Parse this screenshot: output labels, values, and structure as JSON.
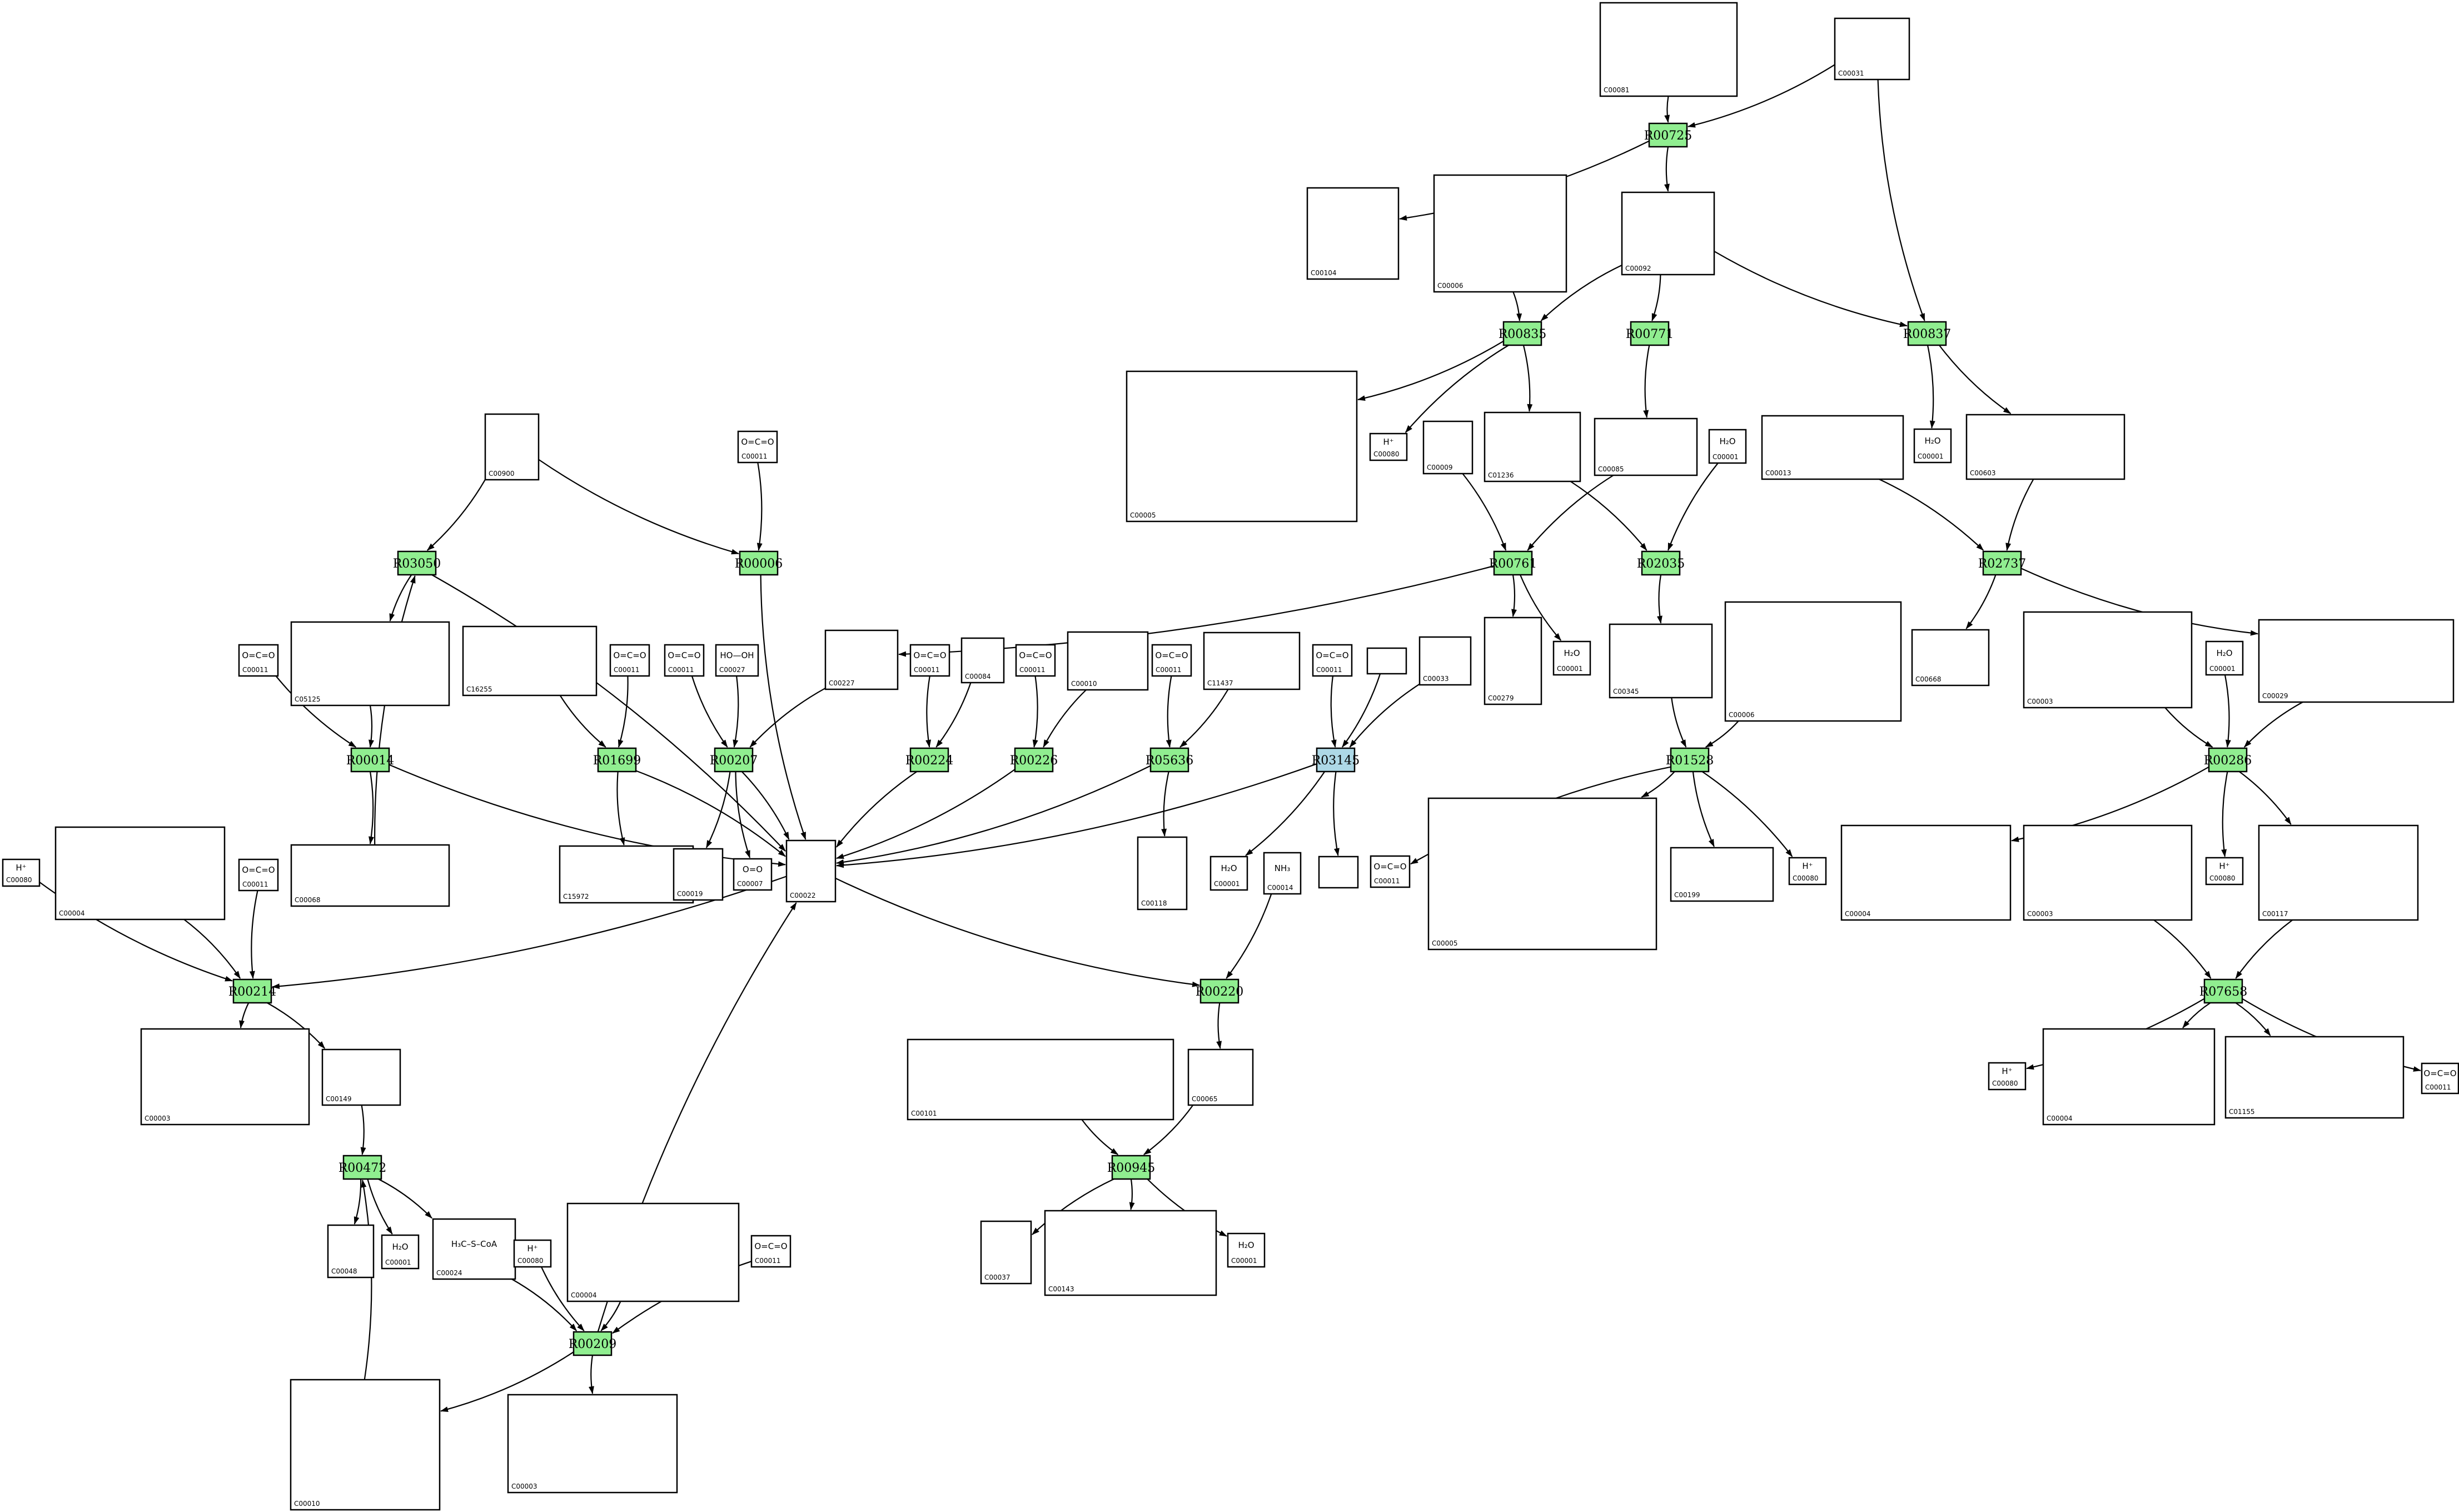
{
  "colors": {
    "reaction": "#90ee90",
    "selected_reaction": "#add8e6",
    "compound_border": "#000000",
    "edge": "#000000",
    "background": "#ffffff"
  },
  "reactions": [
    {
      "id": "R00725",
      "label": "R00725",
      "selected": false
    },
    {
      "id": "R00835",
      "label": "R00835",
      "selected": false
    },
    {
      "id": "R00771",
      "label": "R00771",
      "selected": false
    },
    {
      "id": "R00837",
      "label": "R00837",
      "selected": false
    },
    {
      "id": "R03050",
      "label": "R03050",
      "selected": false
    },
    {
      "id": "R00006",
      "label": "R00006",
      "selected": false
    },
    {
      "id": "R00761",
      "label": "R00761",
      "selected": false
    },
    {
      "id": "R02035",
      "label": "R02035",
      "selected": false
    },
    {
      "id": "R02737",
      "label": "R02737",
      "selected": false
    },
    {
      "id": "R00014",
      "label": "R00014",
      "selected": false
    },
    {
      "id": "R01699",
      "label": "R01699",
      "selected": false
    },
    {
      "id": "R00207",
      "label": "R00207",
      "selected": false
    },
    {
      "id": "R00224",
      "label": "R00224",
      "selected": false
    },
    {
      "id": "R00226",
      "label": "R00226",
      "selected": false
    },
    {
      "id": "R05636",
      "label": "R05636",
      "selected": false
    },
    {
      "id": "R03145",
      "label": "R03145",
      "selected": true
    },
    {
      "id": "R01528",
      "label": "R01528",
      "selected": false
    },
    {
      "id": "R00286",
      "label": "R00286",
      "selected": false
    },
    {
      "id": "R00214",
      "label": "R00214",
      "selected": false
    },
    {
      "id": "R00220",
      "label": "R00220",
      "selected": false
    },
    {
      "id": "R07658",
      "label": "R07658",
      "selected": false
    },
    {
      "id": "R00472",
      "label": "R00472",
      "selected": false
    },
    {
      "id": "R00945",
      "label": "R00945",
      "selected": false
    },
    {
      "id": "R00209",
      "label": "R00209",
      "selected": false
    }
  ],
  "compounds": [
    {
      "key": "c_C00081",
      "id": "C00081",
      "formula": ""
    },
    {
      "key": "c_C00031",
      "id": "C00031",
      "formula": ""
    },
    {
      "key": "c_C00104",
      "id": "C00104",
      "formula": ""
    },
    {
      "key": "c_C00006a",
      "id": "C00006",
      "formula": ""
    },
    {
      "key": "c_C00092",
      "id": "C00092",
      "formula": ""
    },
    {
      "key": "c_C00005a",
      "id": "C00005",
      "formula": ""
    },
    {
      "key": "c_C00080a",
      "id": "C00080",
      "formula": "H⁺"
    },
    {
      "key": "c_C01236",
      "id": "C01236",
      "formula": ""
    },
    {
      "key": "c_C00009a",
      "id": "C00009",
      "formula": ""
    },
    {
      "key": "c_C00085",
      "id": "C00085",
      "formula": ""
    },
    {
      "key": "c_C00001a",
      "id": "C00001",
      "formula": "H₂O"
    },
    {
      "key": "c_C00013",
      "id": "C00013",
      "formula": ""
    },
    {
      "key": "c_C00001b",
      "id": "C00001",
      "formula": "H₂O"
    },
    {
      "key": "c_C00603",
      "id": "C00603",
      "formula": ""
    },
    {
      "key": "c_C00900",
      "id": "C00900",
      "formula": ""
    },
    {
      "key": "c_C00011a",
      "id": "C00011",
      "formula": "O=C=O"
    },
    {
      "key": "c_C00279",
      "id": "C00279",
      "formula": ""
    },
    {
      "key": "c_C00001c",
      "id": "C00001",
      "formula": "H₂O"
    },
    {
      "key": "c_C00345",
      "id": "C00345",
      "formula": ""
    },
    {
      "key": "c_C00006b",
      "id": "C00006",
      "formula": ""
    },
    {
      "key": "c_C00668",
      "id": "C00668",
      "formula": ""
    },
    {
      "key": "c_C00003a",
      "id": "C00003",
      "formula": ""
    },
    {
      "key": "c_C00001d",
      "id": "C00001",
      "formula": "H₂O"
    },
    {
      "key": "c_C00029",
      "id": "C00029",
      "formula": ""
    },
    {
      "key": "c_C00011b",
      "id": "C00011",
      "formula": "O=C=O"
    },
    {
      "key": "c_C05125",
      "id": "C05125",
      "formula": ""
    },
    {
      "key": "c_C16255",
      "id": "C16255",
      "formula": ""
    },
    {
      "key": "c_C00011c",
      "id": "C00011",
      "formula": "O=C=O"
    },
    {
      "key": "c_C00011d",
      "id": "C00011",
      "formula": "O=C=O"
    },
    {
      "key": "c_C00027",
      "id": "C00027",
      "formula": "HO—OH"
    },
    {
      "key": "c_C00227",
      "id": "C00227",
      "formula": ""
    },
    {
      "key": "c_C00011e",
      "id": "C00011",
      "formula": "O=C=O"
    },
    {
      "key": "c_C00084",
      "id": "C00084",
      "formula": ""
    },
    {
      "key": "c_C00011f",
      "id": "C00011",
      "formula": "O=C=O"
    },
    {
      "key": "c_C00010",
      "id": "C00010",
      "formula": ""
    },
    {
      "key": "c_C00011g",
      "id": "C00011",
      "formula": "O=C=O"
    },
    {
      "key": "c_C11437",
      "id": "C11437",
      "formula": ""
    },
    {
      "key": "c_C00011h",
      "id": "C00011",
      "formula": "O=C=O"
    },
    {
      "key": "c_blank1",
      "id": "",
      "formula": ""
    },
    {
      "key": "c_C00033",
      "id": "C00033",
      "formula": ""
    },
    {
      "key": "c_C00080b",
      "id": "C00080",
      "formula": "H⁺"
    },
    {
      "key": "c_C00004a",
      "id": "C00004",
      "formula": ""
    },
    {
      "key": "c_C00011i",
      "id": "C00011",
      "formula": "O=C=O"
    },
    {
      "key": "c_C00068",
      "id": "C00068",
      "formula": ""
    },
    {
      "key": "c_C15972",
      "id": "C15972",
      "formula": ""
    },
    {
      "key": "c_C00019",
      "id": "C00019",
      "formula": ""
    },
    {
      "key": "c_C00007",
      "id": "C00007",
      "formula": "O=O"
    },
    {
      "key": "c_C00022",
      "id": "C00022",
      "formula": ""
    },
    {
      "key": "c_C00118",
      "id": "C00118",
      "formula": ""
    },
    {
      "key": "c_C00001e",
      "id": "C00001",
      "formula": "H₂O"
    },
    {
      "key": "c_C00014",
      "id": "C00014",
      "formula": "NH₃"
    },
    {
      "key": "c_blank2",
      "id": "",
      "formula": ""
    },
    {
      "key": "c_C00011j",
      "id": "C00011",
      "formula": "O=C=O"
    },
    {
      "key": "c_C00005b",
      "id": "C00005",
      "formula": ""
    },
    {
      "key": "c_C00199",
      "id": "C00199",
      "formula": ""
    },
    {
      "key": "c_C00080c",
      "id": "C00080",
      "formula": "H⁺"
    },
    {
      "key": "c_C00004b",
      "id": "C00004",
      "formula": ""
    },
    {
      "key": "c_C00003b",
      "id": "C00003",
      "formula": ""
    },
    {
      "key": "c_C00080d",
      "id": "C00080",
      "formula": "H⁺"
    },
    {
      "key": "c_C00117",
      "id": "C00117",
      "formula": ""
    },
    {
      "key": "c_C00003c",
      "id": "C00003",
      "formula": ""
    },
    {
      "key": "c_C00149",
      "id": "C00149",
      "formula": ""
    },
    {
      "key": "c_C00101",
      "id": "C00101",
      "formula": ""
    },
    {
      "key": "c_C00065",
      "id": "C00065",
      "formula": ""
    },
    {
      "key": "c_C00080e",
      "id": "C00080",
      "formula": "H⁺"
    },
    {
      "key": "c_C00004c",
      "id": "C00004",
      "formula": ""
    },
    {
      "key": "c_C01155",
      "id": "C01155",
      "formula": ""
    },
    {
      "key": "c_C00011k",
      "id": "C00011",
      "formula": "O=C=O"
    },
    {
      "key": "c_C00048",
      "id": "C00048",
      "formula": ""
    },
    {
      "key": "c_C00001f",
      "id": "C00001",
      "formula": "H₂O"
    },
    {
      "key": "c_C00024",
      "id": "C00024",
      "formula": "H₃C–S–CoA"
    },
    {
      "key": "c_C00080f",
      "id": "C00080",
      "formula": "H⁺"
    },
    {
      "key": "c_C00004d",
      "id": "C00004",
      "formula": ""
    },
    {
      "key": "c_C00011l",
      "id": "C00011",
      "formula": "O=C=O"
    },
    {
      "key": "c_C00037",
      "id": "C00037",
      "formula": ""
    },
    {
      "key": "c_C00143",
      "id": "C00143",
      "formula": ""
    },
    {
      "key": "c_C00001g",
      "id": "C00001",
      "formula": "H₂O"
    },
    {
      "key": "c_C00010b",
      "id": "C00010",
      "formula": ""
    },
    {
      "key": "c_C00003d",
      "id": "C00003",
      "formula": ""
    }
  ]
}
